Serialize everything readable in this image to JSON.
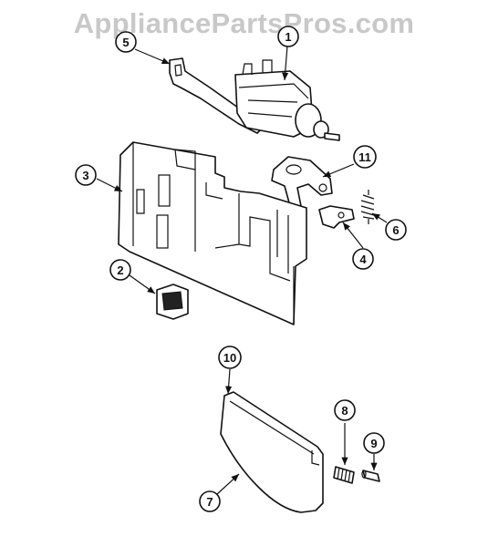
{
  "watermark": "AppliancePartsPros.com",
  "callouts": [
    {
      "id": "callout-1",
      "label": "1"
    },
    {
      "id": "callout-2",
      "label": "2"
    },
    {
      "id": "callout-3",
      "label": "3"
    },
    {
      "id": "callout-4",
      "label": "4"
    },
    {
      "id": "callout-5",
      "label": "5"
    },
    {
      "id": "callout-6",
      "label": "6"
    },
    {
      "id": "callout-7",
      "label": "7"
    },
    {
      "id": "callout-8",
      "label": "8"
    },
    {
      "id": "callout-9",
      "label": "9"
    },
    {
      "id": "callout-10",
      "label": "10"
    },
    {
      "id": "callout-11",
      "label": "11"
    }
  ]
}
